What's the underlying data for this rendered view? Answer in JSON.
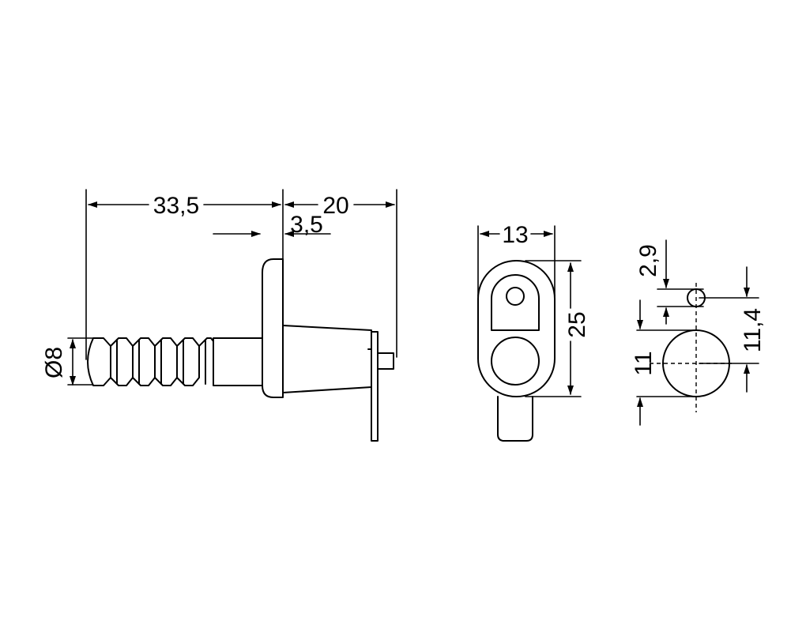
{
  "dimensions": {
    "length_total": "33,5",
    "length_front": "20",
    "flange_thickness": "3,5",
    "diameter": "Ø8",
    "width_front": "13",
    "height_front": "25",
    "hole_small": "2,9",
    "hole_large_height": "11",
    "hole_large_offset": "11,4"
  }
}
